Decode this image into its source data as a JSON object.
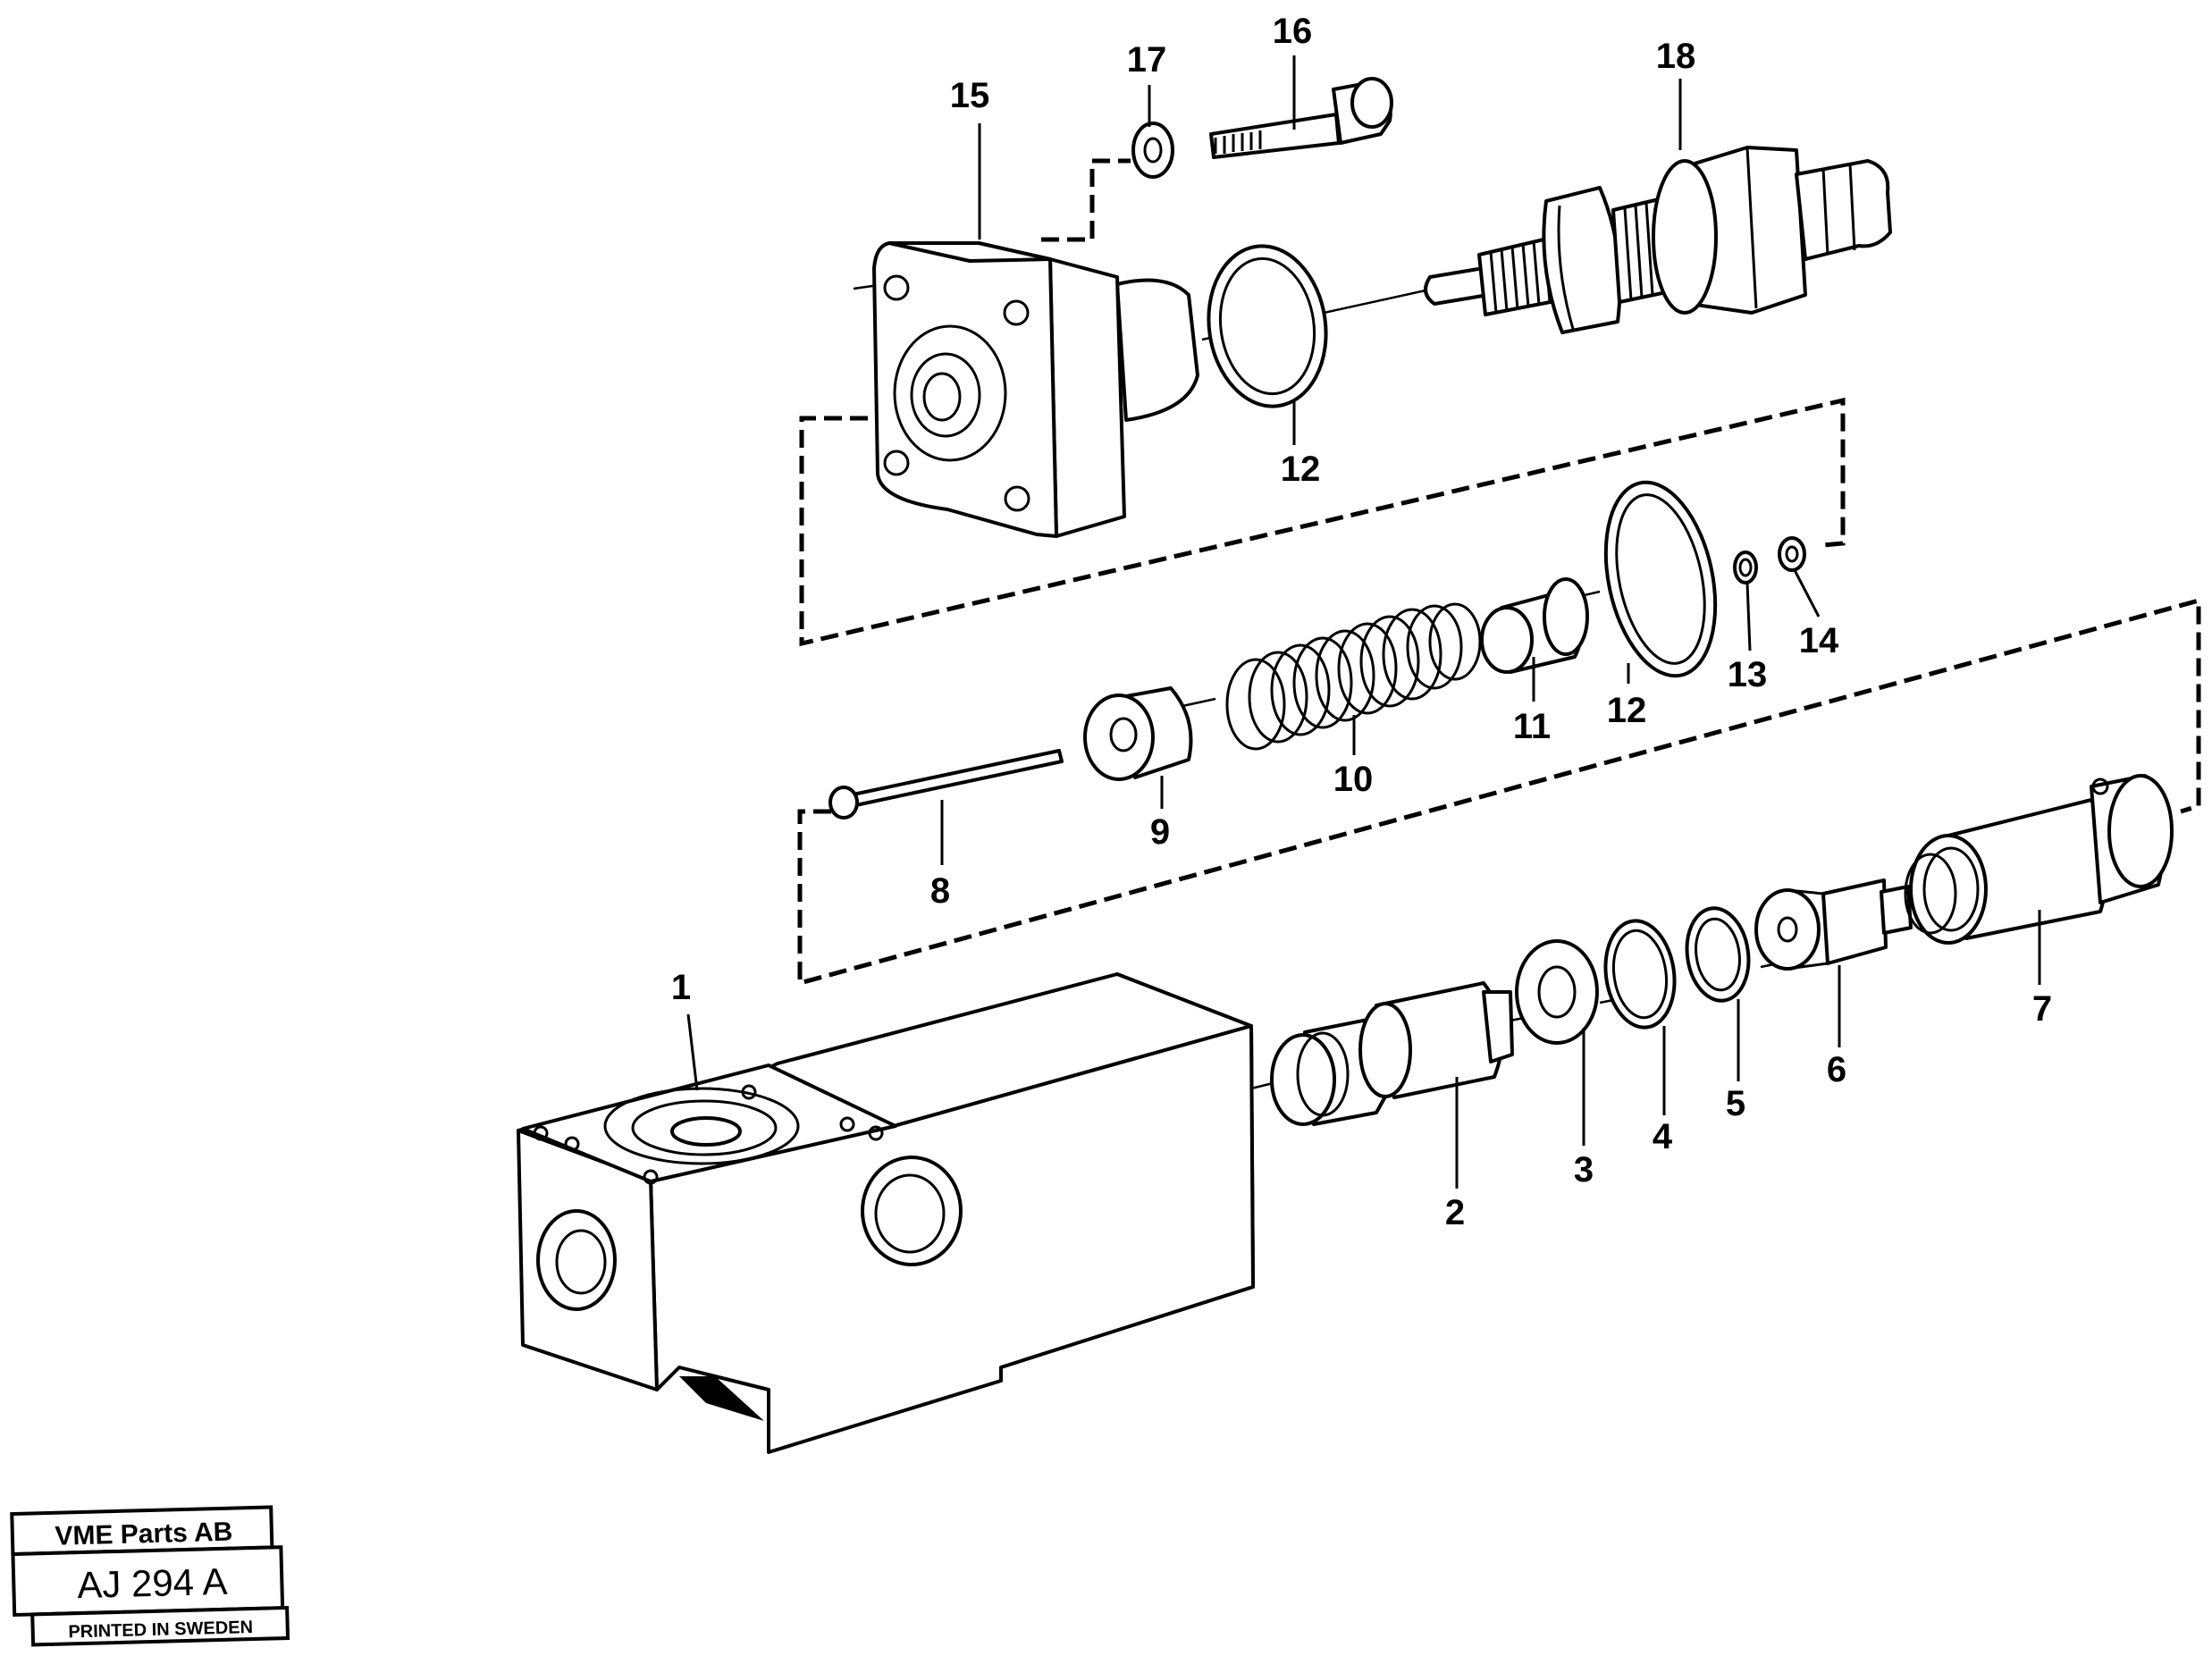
{
  "diagram": {
    "callouts": [
      "1",
      "2",
      "3",
      "4",
      "5",
      "6",
      "7",
      "8",
      "9",
      "10",
      "11",
      "12",
      "12",
      "13",
      "14",
      "15",
      "16",
      "17",
      "18"
    ],
    "stamp": {
      "company": "VME Parts AB",
      "code": "AJ 294 A",
      "printed": "PRINTED IN SWEDEN"
    }
  }
}
